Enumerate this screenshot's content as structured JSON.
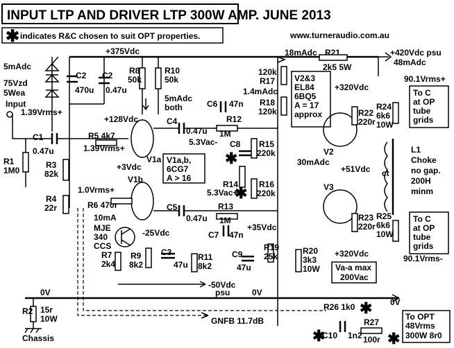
{
  "title": "INPUT LTP AND DRIVER LTP 300W AMP. JUNE 2013",
  "note": "indicates R&C chosen to suit OPT properties.",
  "website": "www.turneraudio.com.au",
  "rails": {
    "v375": "+375Vdc",
    "v420": "+420Vdc psu",
    "ma48": "48mAdc",
    "ma18": "18mAdc",
    "v128": "+128Vdc",
    "v3": "+3Vdc",
    "v320a": "+320Vdc",
    "v320b": "+320Vdc",
    "v51": "+51Vdc",
    "ma30": "30mAdc",
    "v35": "+35Vdc",
    "vn25": "-25Vdc",
    "vn50": "-50Vdc",
    "psu": "psu",
    "ov1": "0V",
    "ov2": "0V",
    "ov3": "0V",
    "v53n": "5.3Vac-",
    "v53p": "5.3Vac+",
    "ma14": "1.4mAdc",
    "ma10": "10mA",
    "ma5": "5mAdc"
  },
  "input": {
    "label": "Input",
    "level": "1.39Vrms+",
    "level2": "1.39Vrms+",
    "level3": "1.0Vrms+"
  },
  "components": {
    "r1": "R1",
    "r1v": "1M0",
    "c1": "C1",
    "c1v": "0.47u",
    "r2": "R2",
    "r2v": "15r",
    "r2w": "10W",
    "r3": "R3",
    "r3v": "82k",
    "r4": "R4",
    "r4v": "22r",
    "r5": "R5 4k7",
    "r6": "R6 470r",
    "r7": "R7",
    "r7v": "2k4",
    "r8": "R8",
    "r8v": "50k",
    "r9": "R9",
    "r9v": "8k2",
    "r10": "R10",
    "r10v": "50k",
    "r11": "R11",
    "r11v": "8k2",
    "r12": "R12",
    "r12v": "1M",
    "r13": "R13",
    "r13v": "1M",
    "r14": "R14",
    "r15": "R15",
    "r15v": "220k",
    "r16": "R16",
    "r16v": "220k",
    "r17": "R17",
    "r17a": "120k",
    "r18": "R18",
    "r18v": "120k",
    "r19": "R19",
    "r19v": "25k",
    "r20": "R20",
    "r20v": "3k3",
    "r20w": "10W",
    "r21": "R21",
    "r21v": "2k5 5W",
    "r22": "R22",
    "r22v": "220r",
    "r23": "R23",
    "r23v": "220r",
    "r24": "R24",
    "r24v": "6k6",
    "r24w": "10W",
    "r25": "R25",
    "r25v": "6k6",
    "r25w": "10W",
    "r26": "R26  1k0",
    "r27": "R27",
    "r27v": "100r",
    "c2a": "C2",
    "c2av": "470u",
    "c2b": "C2",
    "c2bv": "0.47u",
    "c3": "C3",
    "c3v": "47u",
    "c4": "C4",
    "c4v": "0.47u",
    "c5": "C5",
    "c5v": "0.47u",
    "c6": "C6",
    "c6v": "47n",
    "c7": "C7",
    "c7v": "47n",
    "c8": "C8",
    "c9": "C9",
    "c9v": "47u",
    "c10": "C10",
    "c10v": "1n2",
    "zener_ma": "5mAdc",
    "zener1": "75Vzd",
    "zener2": "5Wea"
  },
  "tubes": {
    "v1a": "V1a",
    "v1b": "V1b",
    "v1info1": "V1a,b,",
    "v1info2": "6CG7",
    "v1info3": "A > 16",
    "v2": "V2",
    "v3": "V3",
    "v23info1": "V2&3",
    "v23info2": "EL84",
    "v23info3": "6BQ5",
    "v23info4": "A = 17",
    "v23info5": "approx",
    "mje1": "MJE",
    "mje2": "340",
    "mje3": "CCS",
    "both1": "5mAdc",
    "both2": "both"
  },
  "outputs": {
    "vrms_top": "90.1Vrms+",
    "vrms_bot": "90.1Vrms-",
    "toc1a": "To C",
    "toc1b": "at OP",
    "toc1c": "tube",
    "toc1d": "grids",
    "toc2a": "To C",
    "toc2b": "at OP",
    "toc2c": "tube",
    "toc2d": "grids",
    "l1a": "L1",
    "l1b": "Choke",
    "l1c": "no gap.",
    "l1d": "200H",
    "l1e": "minm",
    "ct": "ct",
    "vaa1": "Va-a max",
    "vaa2": "200Vac",
    "opt1": "To OPT",
    "opt2": "48Vrms",
    "opt3": "300W 8r0",
    "gnfb": "GNFB 11.7dB",
    "chassis": "Chassis"
  }
}
